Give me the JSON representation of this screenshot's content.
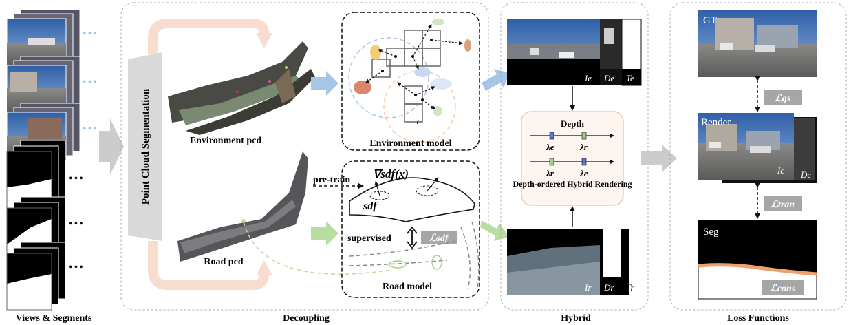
{
  "section_labels": {
    "views": "Views & Segments",
    "decoupling": "Decoupling",
    "hybrid": "Hybrid",
    "loss": "Loss Functions"
  },
  "views": {
    "dots": "•••"
  },
  "decoupling": {
    "segmentation_label": "Point Cloud Segmentation",
    "env_pcd_label": "Environment pcd",
    "road_pcd_label": "Road pcd",
    "env_model_label": "Environment model",
    "env_model_r": "r",
    "road_model_label": "Road model",
    "pretrain_label": "pre-train",
    "grad_sdf_label": "∇sdf(x)",
    "sdf_label": "sdf",
    "supervised_label": "supervised",
    "loss_sdf_label": "ℒsdf"
  },
  "hybrid": {
    "env_labels": {
      "image": "Ie",
      "depth": "De",
      "transmittance": "Te"
    },
    "road_labels": {
      "image": "Ir",
      "depth": "Dr",
      "transmittance": "Tr"
    },
    "depth_label": "Depth",
    "lambda_e": "λe",
    "lambda_r": "λr",
    "rendering_label": "Depth-ordered Hybrid Rendering"
  },
  "loss": {
    "gt_label": "GT",
    "render_label": "Render",
    "seg_label": "Seg",
    "render_image_label": "Ic",
    "render_depth_label": "Dc",
    "loss_gs": "ℒgs",
    "loss_tran": "ℒtran",
    "loss_cons": "ℒcons"
  },
  "colors": {
    "orange_arrow": "#f8dccd",
    "blue_arrow": "#a7c5e6",
    "green_arrow": "#b9dca0",
    "gray_arrow": "#cccccc",
    "loss_badge": "#a6a6a6",
    "hybrid_box_border": "#f2c9a8",
    "hybrid_box_fill": "#fdf6f0",
    "sky": "#4a78b8",
    "road_edge": "#f0a070"
  }
}
